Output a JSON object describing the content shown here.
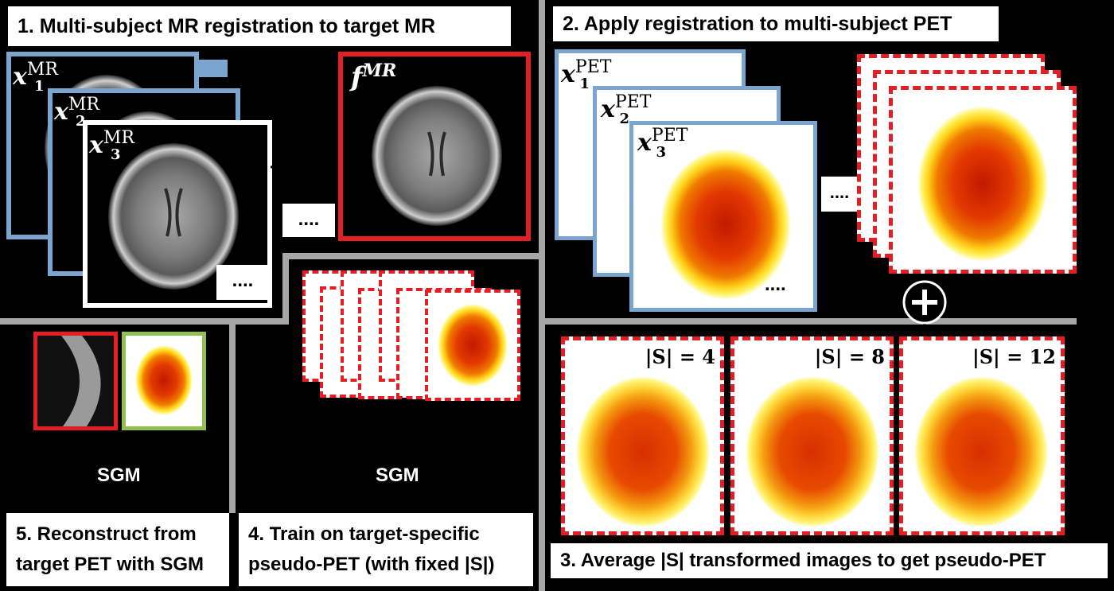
{
  "steps": {
    "step1": "1. Multi-subject MR registration to target MR",
    "step2": "2. Apply registration to multi-subject PET",
    "step3": "3. Average |S| transformed images to get pseudo-PET",
    "step4_line1": "4. Train on target-specific",
    "step4_line2": "pseudo-PET (with fixed |S|)",
    "step5_line1": "5. Reconstruct from",
    "step5_line2": "target PET with SGM"
  },
  "symbols": {
    "x": "x",
    "mr": "MR",
    "pet": "PET",
    "f": "f",
    "sub1": "1",
    "sub2": "2",
    "sub3": "3"
  },
  "labels": {
    "sgm_left": "SGM",
    "sgm_middle": "SGM",
    "dots": "....",
    "plus": "+"
  },
  "averages": [
    "|S| = 4",
    "|S| = 8",
    "|S| = 12"
  ],
  "colors": {
    "mr_border": "#7ba5cf",
    "target_border": "#e31e24",
    "sgm_border": "#92c050",
    "divider": "#a6a6a6"
  }
}
